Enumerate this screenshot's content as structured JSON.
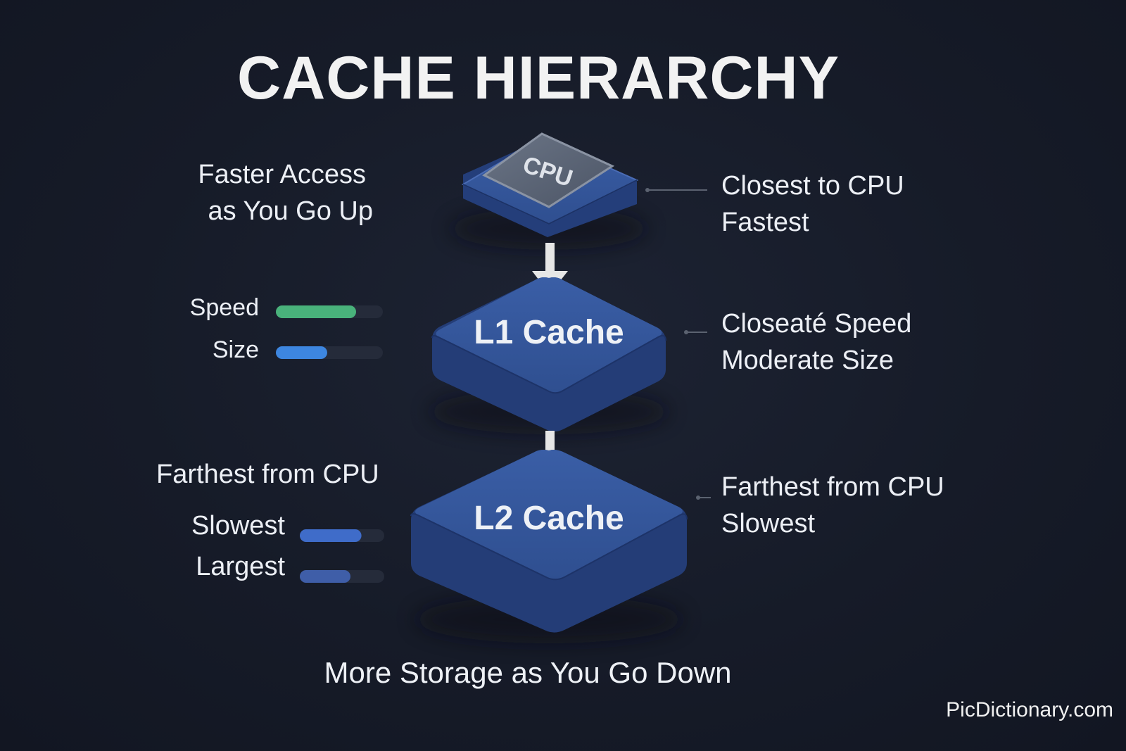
{
  "title": "CACHE HIERARCHY",
  "levels": [
    {
      "name": "CPU",
      "right_note": [
        "Closest to CPU",
        "Fastest"
      ]
    },
    {
      "name": "L1 Cache",
      "right_note": [
        "Closeaté Speed",
        "Moderate Size"
      ]
    },
    {
      "name": "L2 Cache",
      "right_note": [
        "Farthest from CPU",
        "Slowest"
      ]
    }
  ],
  "left_top_note": [
    "Faster Access",
    "as You Go Up"
  ],
  "l1_meters": [
    {
      "label": "Speed",
      "level": 0.75,
      "color": "#49b27b"
    },
    {
      "label": "Size",
      "level": 0.48,
      "color": "#3d86e0"
    }
  ],
  "l2_heading": "Farthest from CPU",
  "l2_meters": [
    {
      "label": "Slowest",
      "level": 0.73,
      "color": "#3f6cc9"
    },
    {
      "label": "Largest",
      "level": 0.6,
      "color": "#3f5ea8"
    }
  ],
  "footer": "More Storage as You Go Down",
  "credit": "PicDictionary.com",
  "colors": {
    "background": "#161b28",
    "block_top": "#35569a",
    "block_side": "#263f78",
    "cpu_chip": "#596475",
    "arrow": "#e6e6e6",
    "connector": "#5b6270"
  }
}
